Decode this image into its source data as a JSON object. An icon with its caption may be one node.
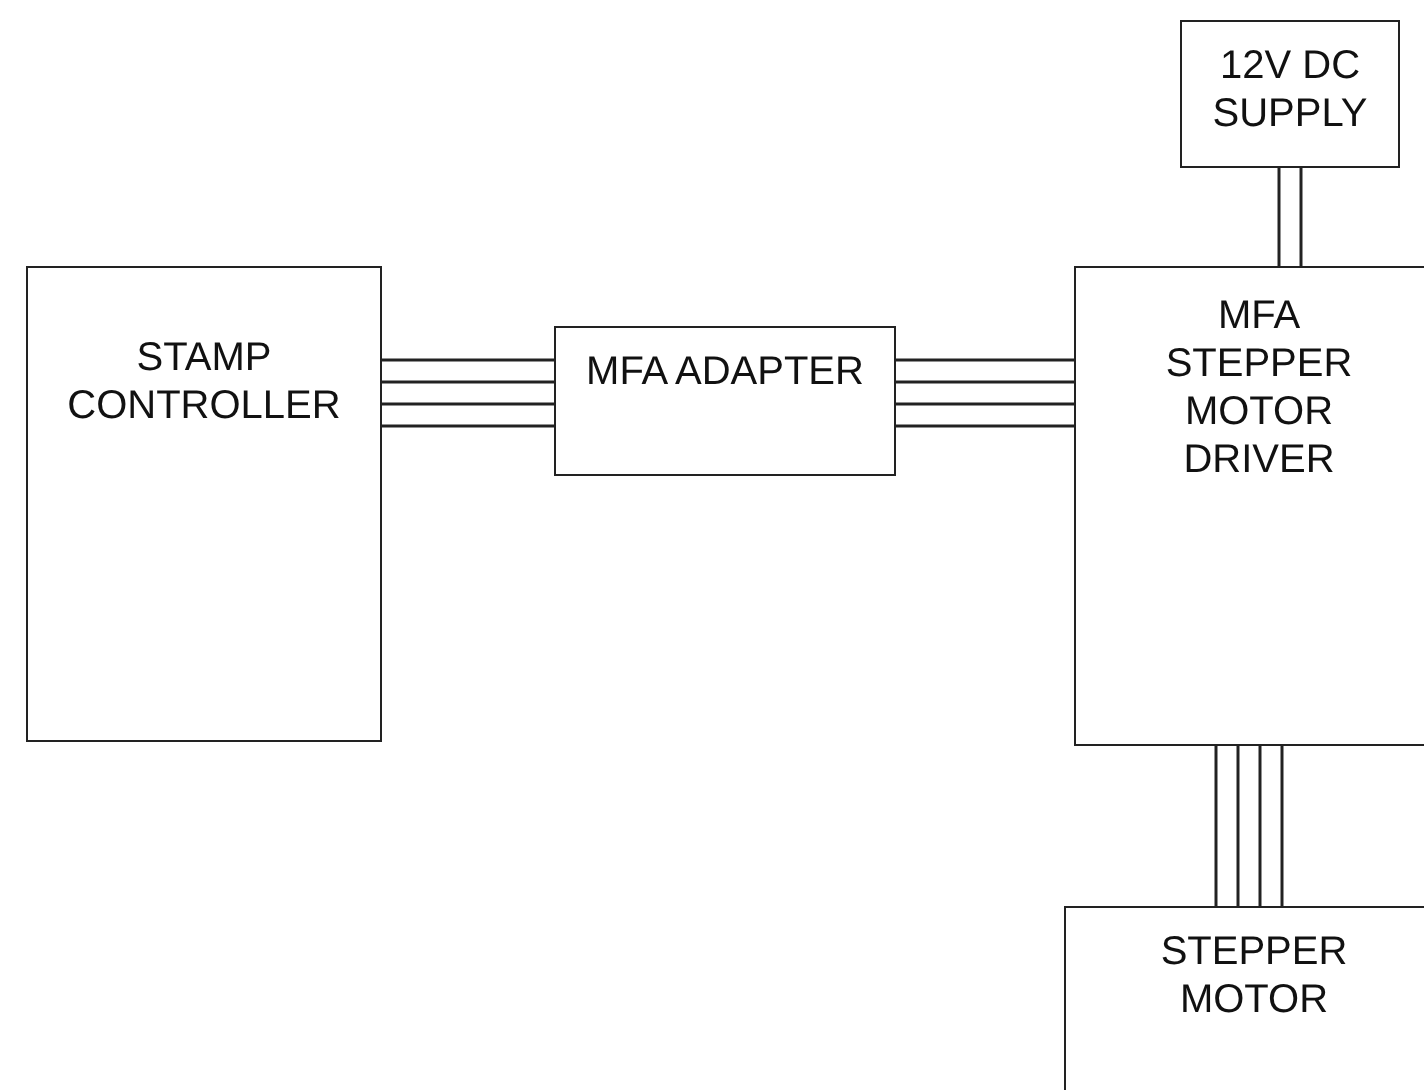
{
  "diagram": {
    "nodes": [
      {
        "text": [
          "12V DC SUPPLY"
        ]
      },
      {
        "text": [
          "STAMP CONTROLLER"
        ]
      },
      {
        "text": [
          "MFA ADAPTER"
        ]
      },
      {
        "text": [
          "MFA STEPPER MOTOR DRIVER"
        ]
      },
      {
        "text": [
          "STEPPER MOTOR"
        ]
      }
    ],
    "edges": [
      {
        "from": 1,
        "to": 2,
        "arrow": "none"
      },
      {
        "from": 1,
        "to": 2,
        "arrow": "none"
      },
      {
        "from": 1,
        "to": 2,
        "arrow": "none"
      },
      {
        "from": 1,
        "to": 2,
        "arrow": "none"
      },
      {
        "from": 2,
        "to": 3,
        "arrow": "none"
      },
      {
        "from": 2,
        "to": 3,
        "arrow": "none"
      },
      {
        "from": 2,
        "to": 3,
        "arrow": "none"
      },
      {
        "from": 2,
        "to": 3,
        "arrow": "none"
      },
      {
        "from": 0,
        "to": 3,
        "arrow": "none"
      },
      {
        "from": 0,
        "to": 3,
        "arrow": "none"
      },
      {
        "from": 3,
        "to": 4,
        "arrow": "none"
      },
      {
        "from": 3,
        "to": 4,
        "arrow": "none"
      },
      {
        "from": 3,
        "to": 4,
        "arrow": "none"
      },
      {
        "from": 3,
        "to": 4,
        "arrow": "none"
      }
    ]
  }
}
